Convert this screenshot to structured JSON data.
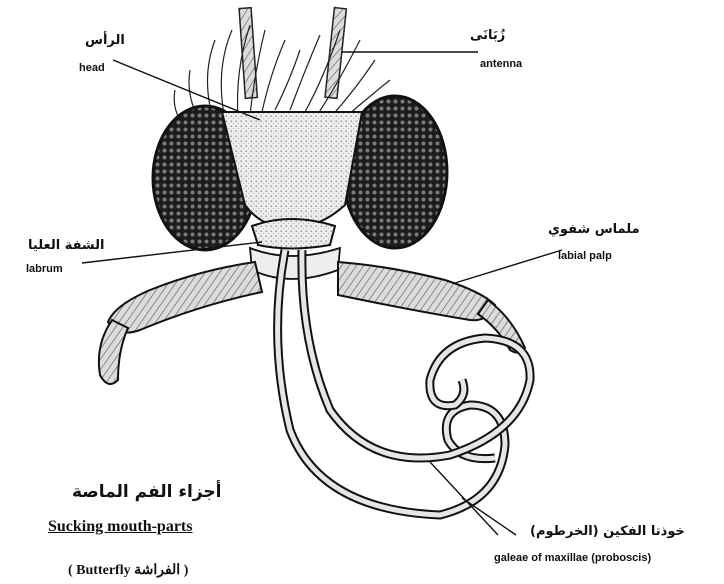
{
  "labels": {
    "head": {
      "ar": "الرأس",
      "en": "head"
    },
    "antenna": {
      "ar": "زُبَانَى",
      "en": "antenna"
    },
    "labrum": {
      "ar": "الشفة العليا",
      "en": "labrum"
    },
    "labial_palp": {
      "ar": "ملماس شفوي",
      "en": "labial palp"
    },
    "proboscis": {
      "ar": "خوذتا الفكين (الخرطوم)",
      "en": "galeae of maxillae  (proboscis)"
    }
  },
  "caption": {
    "title_ar": "أجزاء الفم الماصة",
    "title_en": "Sucking mouth-parts",
    "subtitle": "( Butterfly  الفراشة )"
  },
  "colors": {
    "ink": "#111111",
    "eye": "#2a2a2a",
    "stipple": "#d9d9d9",
    "background": "#ffffff"
  }
}
